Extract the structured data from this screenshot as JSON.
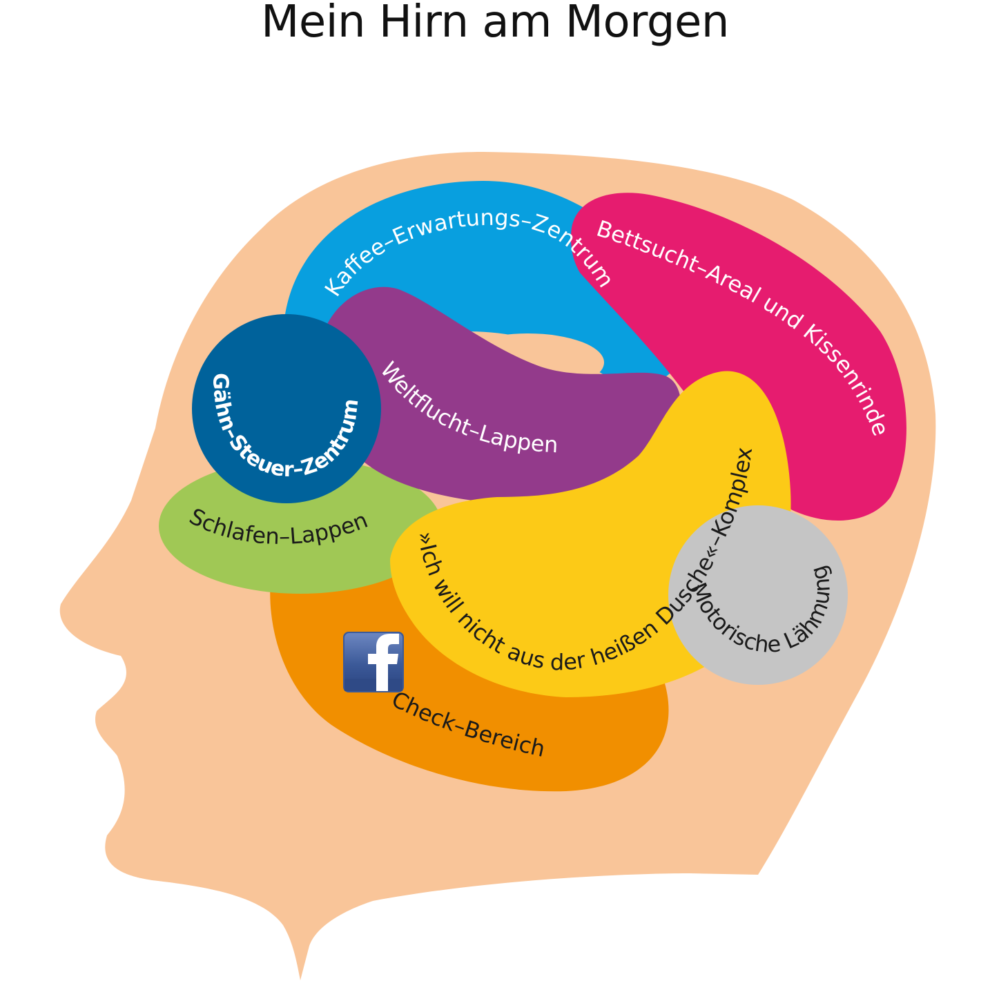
{
  "title": "Mein Hirn am Morgen",
  "colors": {
    "head": "#f9c599",
    "coffee": "#089fdf",
    "bed": "#e61c6f",
    "purple": "#933a8b",
    "yawn": "#00629b",
    "green": "#a0c855",
    "orange": "#f18f00",
    "yellow": "#fcca17",
    "gray": "#c5c5c5",
    "facebook": "#3b5998"
  },
  "regions": {
    "coffee": "Kaffee–Erwartungs–Zentrum",
    "bed": "Bettsucht–Areal und Kissenrinde",
    "flight": "Weltflucht–Lappen",
    "yawn": "Gähn–Steuer–Zentrum",
    "sleep": "Schlafen–Lappen",
    "shower": "»Ich will nicht aus der heißen Dusche«–Komplex",
    "motor": "Motorische Lähmung",
    "check": "Check–Bereich"
  },
  "icons": {
    "check": "facebook-logo"
  }
}
